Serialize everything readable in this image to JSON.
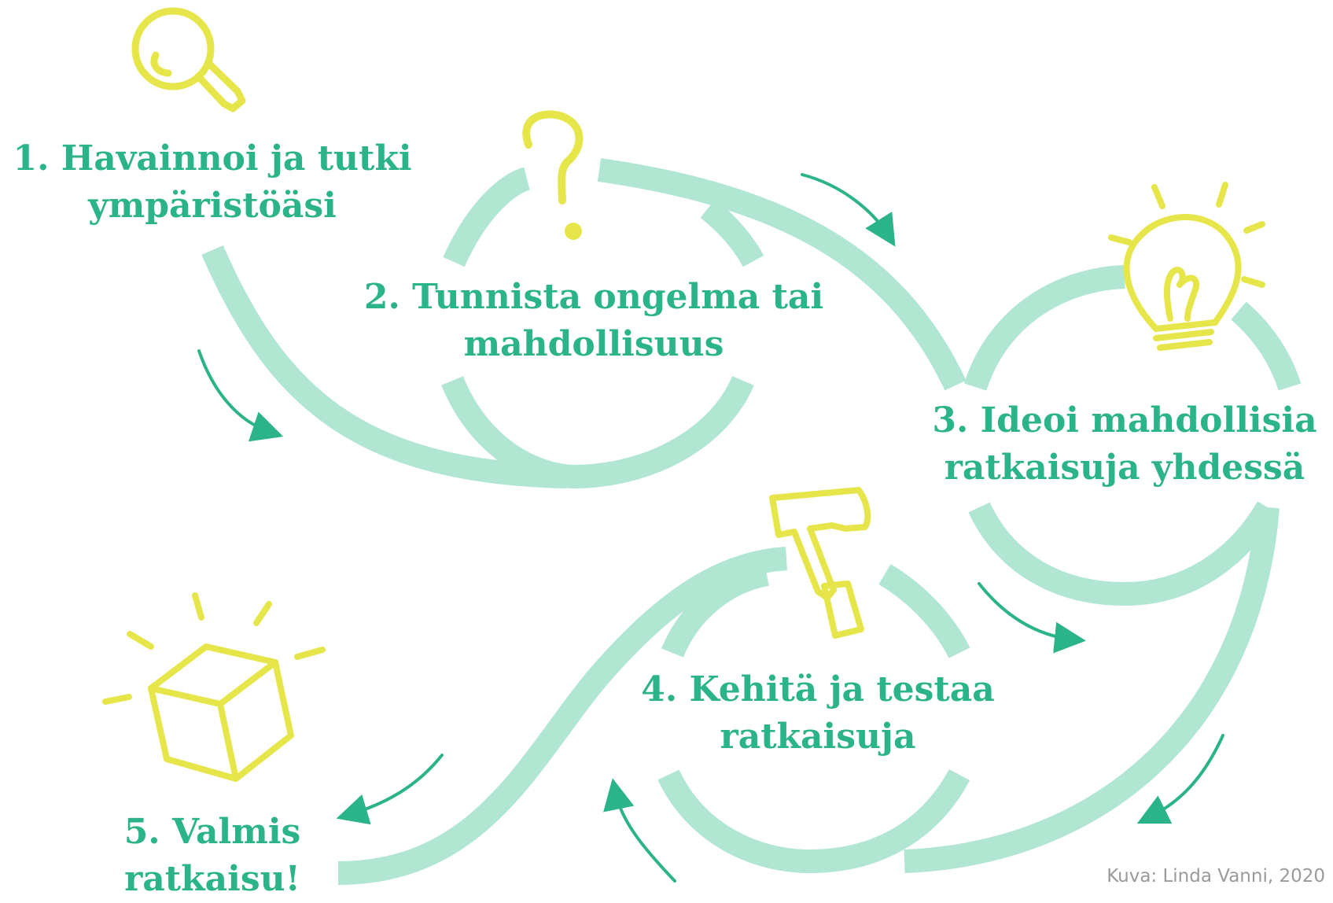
{
  "colors": {
    "path": "#b0e6d2",
    "arrow": "#2bb389",
    "icon": "#e6e64a",
    "text": "#2bb389",
    "credit": "#9a9a9a"
  },
  "steps": [
    {
      "line1": "1. Havainnoi ja tutki",
      "line2": "ympäristöäsi",
      "icon": "magnifier-icon"
    },
    {
      "line1": "2. Tunnista ongelma tai",
      "line2": "mahdollisuus",
      "icon": "question-mark-icon"
    },
    {
      "line1": "3. Ideoi mahdollisia",
      "line2": "ratkaisuja yhdessä",
      "icon": "lightbulb-icon"
    },
    {
      "line1": "4. Kehitä ja testaa",
      "line2": "ratkaisuja",
      "icon": "hammer-icon"
    },
    {
      "line1": "5. Valmis",
      "line2": "ratkaisu!",
      "icon": "box-icon"
    }
  ],
  "credit": "Kuva: Linda Vanni, 2020"
}
